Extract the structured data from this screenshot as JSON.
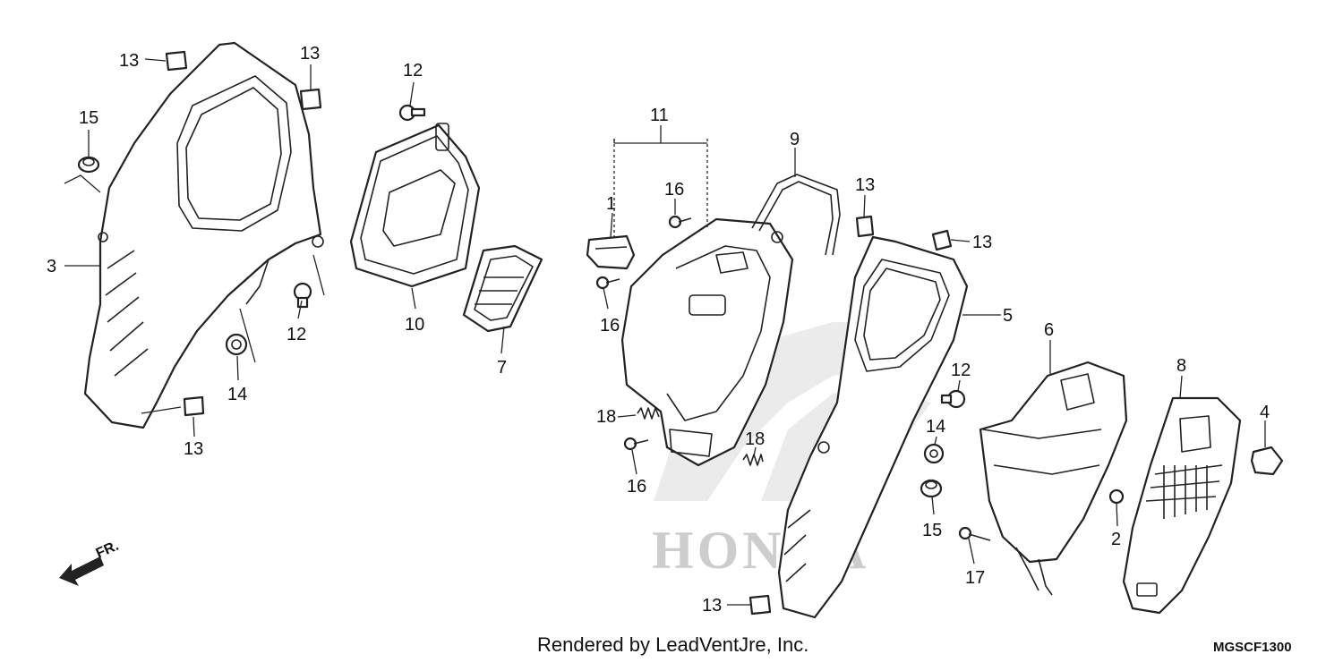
{
  "diagram": {
    "labels": {
      "p1": "1",
      "p2": "2",
      "p3": "3",
      "p4": "4",
      "p5": "5",
      "p6": "6",
      "p7": "7",
      "p8": "8",
      "p9": "9",
      "p10": "10",
      "p11": "11",
      "p12a": "12",
      "p12b": "12",
      "p12c": "12",
      "p13a": "13",
      "p13b": "13",
      "p13c": "13",
      "p13d": "13",
      "p13e": "13",
      "p13f": "13",
      "p14a": "14",
      "p14b": "14",
      "p15a": "15",
      "p15b": "15",
      "p16a": "16",
      "p16b": "16",
      "p16c": "16",
      "p17": "17",
      "p18a": "18",
      "p18b": "18"
    },
    "direction_label": "FR.",
    "watermark": "HONDA"
  },
  "footer": {
    "credit": "Rendered by LeadVentJre, Inc.",
    "code": "MGSCF1300"
  }
}
